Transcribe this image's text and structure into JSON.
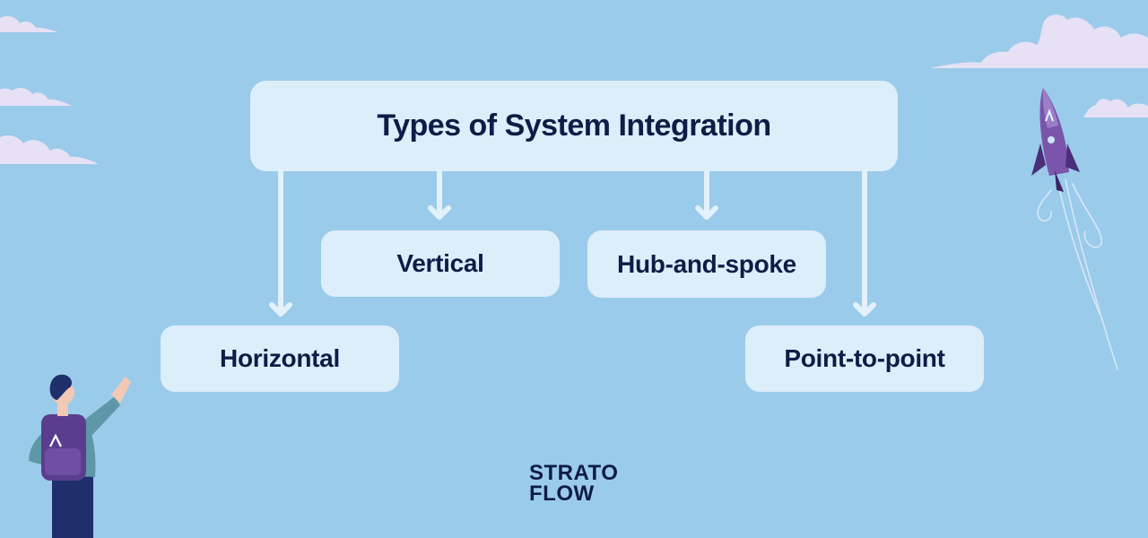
{
  "diagram": {
    "title": "Types of System Integration",
    "nodes": {
      "vertical": "Vertical",
      "hub_and_spoke": "Hub-and-spoke",
      "horizontal": "Horizontal",
      "point_to_point": "Point-to-point"
    }
  },
  "logo": {
    "line1": "STRATO",
    "line2": "FLOW"
  },
  "colors": {
    "background": "#9bcbea",
    "box_fill": "#ddeefb",
    "text": "#0e1c46",
    "arrow": "#e3f1fc",
    "accent_purple": "#7a55a8"
  },
  "icons": [
    "cloud-icon",
    "rocket-icon",
    "person-illustration",
    "down-arrow-icon"
  ]
}
